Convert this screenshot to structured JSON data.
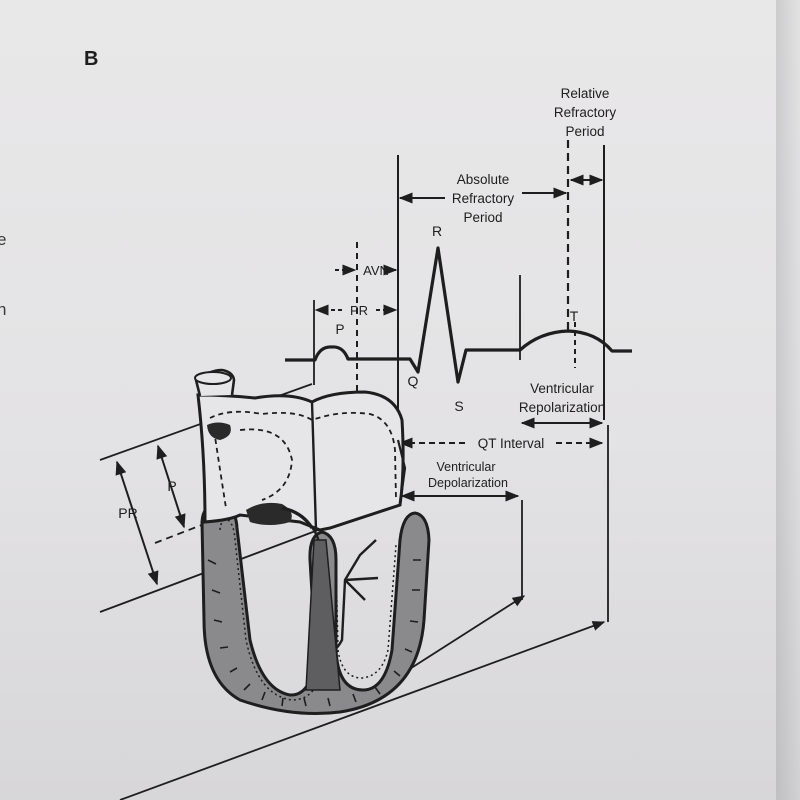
{
  "figure_letter": "B",
  "margin_text": [
    "e",
    "n"
  ],
  "labels": {
    "relative_refractory": [
      "Relative",
      "Refractory",
      "Period"
    ],
    "absolute_refractory": [
      "Absolute",
      "Refractory",
      "Period"
    ],
    "avn": "AVN",
    "pr_top": "PR",
    "p_wave": "P",
    "r_wave": "R",
    "q_wave": "Q",
    "s_wave": "S",
    "t_wave": "T",
    "ventricular_repolarization": [
      "Ventricular",
      "Repolarization"
    ],
    "qt_interval": "QT Interval",
    "ventricular_depolarization": [
      "Ventricular",
      "Depolarization"
    ],
    "p_left": "P",
    "pr_left": "PR"
  },
  "colors": {
    "ink": "#1e1e1e",
    "paper": "#e6e5e7",
    "muscle_fill": "#8a8a8c",
    "conduction_fill": "#2a2a2a"
  }
}
